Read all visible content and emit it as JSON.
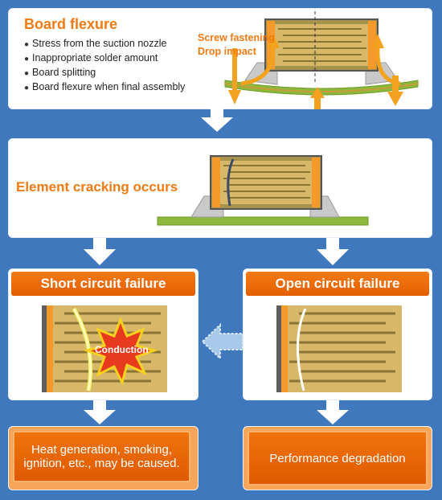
{
  "top_panel": {
    "title": "Board flexure",
    "causes": [
      "Stress from the suction nozzle",
      "Inappropriate solder amount",
      "Board splitting",
      "Board flexure when final assembly"
    ],
    "annotation_line1": "Screw fastening",
    "annotation_line2": "Drop impact"
  },
  "middle_panel": {
    "title": "Element cracking occurs"
  },
  "left_branch": {
    "header": "Short circuit failure",
    "burst_label": "Conduction",
    "result": "Heat generation, smoking, ignition, etc., may be caused."
  },
  "right_branch": {
    "header": "Open circuit failure",
    "result": "Performance degradation"
  },
  "colors": {
    "background": "#3f78bd",
    "accent_orange": "#f07a12",
    "board_green": "#8cb83c",
    "electrode_brown": "#a8934e",
    "burst_red": "#e83a1e"
  }
}
